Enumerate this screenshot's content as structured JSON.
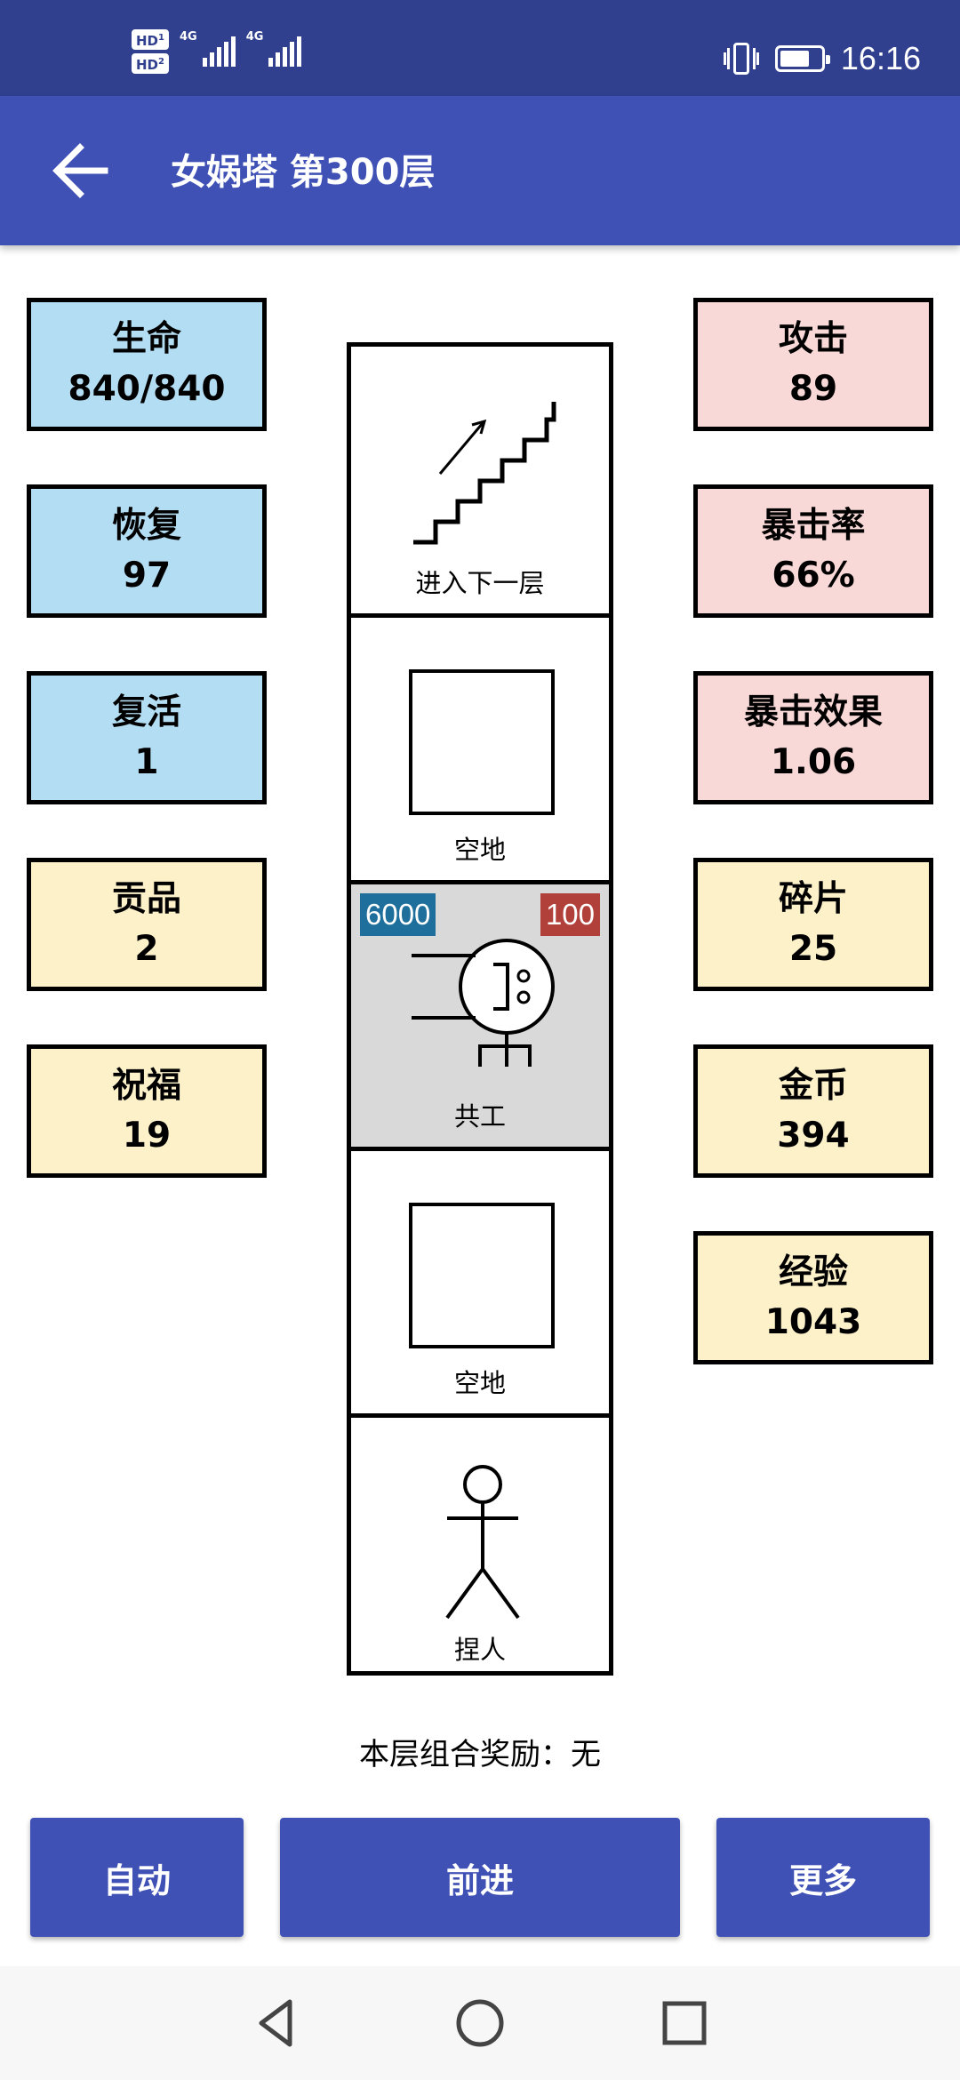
{
  "status_bar": {
    "sim1": "HD",
    "sim1_index": "1",
    "sim2": "HD",
    "sim2_index": "2",
    "network1": "4G",
    "network2": "4G",
    "time": "16:16",
    "battery_level_percent": 75
  },
  "app_bar": {
    "title": "女娲塔 第300层",
    "back_icon": "arrow-left-icon"
  },
  "left_stats": [
    {
      "label": "生命",
      "value": "840/840",
      "color": "#b3ddf2"
    },
    {
      "label": "恢复",
      "value": "97",
      "color": "#b3ddf2"
    },
    {
      "label": "复活",
      "value": "1",
      "color": "#b3ddf2"
    },
    {
      "label": "贡品",
      "value": "2",
      "color": "#fdf1ca"
    },
    {
      "label": "祝福",
      "value": "19",
      "color": "#fdf1ca"
    }
  ],
  "right_stats": [
    {
      "label": "攻击",
      "value": "89",
      "color": "#f9d9d7"
    },
    {
      "label": "暴击率",
      "value": "66%",
      "color": "#f9d9d7"
    },
    {
      "label": "暴击效果",
      "value": "1.06",
      "color": "#f9d9d7"
    },
    {
      "label": "碎片",
      "value": "25",
      "color": "#fdf1ca"
    },
    {
      "label": "金币",
      "value": "394",
      "color": "#fdf1ca"
    },
    {
      "label": "经验",
      "value": "1043",
      "color": "#fdf1ca"
    }
  ],
  "tower": {
    "cells": [
      {
        "type": "stairs",
        "caption": "进入下一层",
        "icon": "stairs-up-icon"
      },
      {
        "type": "empty",
        "caption": "空地",
        "icon": "empty-square-icon"
      },
      {
        "type": "enemy",
        "caption": "共工",
        "icon": "enemy-gonggong-icon",
        "hp": "6000",
        "attack": "100",
        "highlight": "#d9d9d9"
      },
      {
        "type": "empty",
        "caption": "空地",
        "icon": "empty-square-icon"
      },
      {
        "type": "player",
        "caption": "捏人",
        "icon": "stick-figure-icon"
      }
    ]
  },
  "reward_text": "本层组合奖励：无",
  "buttons": {
    "auto": "自动",
    "advance": "前进",
    "more": "更多"
  },
  "nav_bar": {
    "back": "nav-back-icon",
    "home": "nav-home-icon",
    "recents": "nav-recents-icon"
  },
  "colors": {
    "status_bar": "#30408f",
    "app_bar": "#3f51b5",
    "button": "#3f51b5",
    "hp_badge": "#1f6f9c",
    "attack_badge": "#b1403a"
  }
}
